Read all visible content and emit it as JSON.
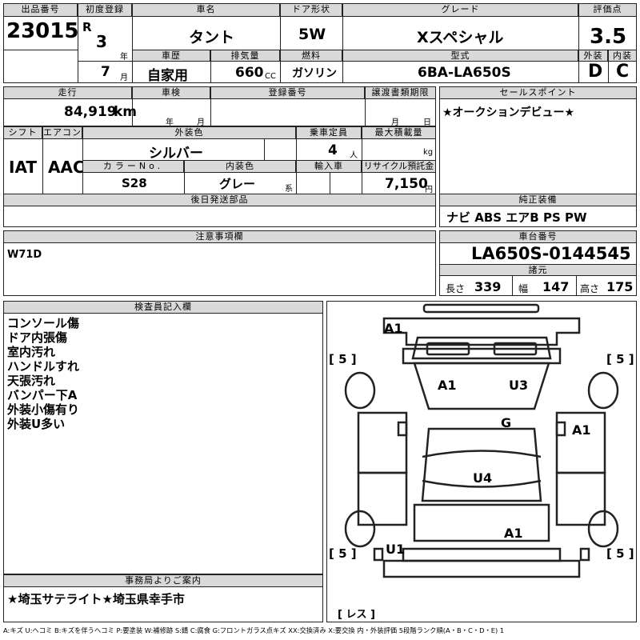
{
  "header": {
    "lot_label": "出品番号",
    "lot": "23015",
    "first_reg_label": "初度登録",
    "era": "R",
    "year_num": "3",
    "year_unit": "年",
    "month_num": "7",
    "month_unit": "月",
    "car_name_label": "車名",
    "car_name": "タント",
    "door_label": "ドア形状",
    "door": "5W",
    "grade_label": "グレード",
    "grade": "Xスペシャル",
    "score_label": "評価点",
    "score": "3.5",
    "history_label": "車歴",
    "history": "自家用",
    "displacement_label": "排気量",
    "displacement": "660",
    "displacement_unit": "CC",
    "fuel_label": "燃料",
    "fuel": "ガソリン",
    "model_label": "型式",
    "model": "6BA-LA650S",
    "exterior_label": "外装",
    "exterior": "D",
    "interior_label": "内装",
    "interior": "C"
  },
  "row2": {
    "mileage_label": "走行",
    "mileage": "84,919",
    "mileage_unit": "km",
    "inspection_label": "車検",
    "inspection_year": "年",
    "inspection_month": "月",
    "reg_no_label": "登録番号",
    "transfer_label": "譲渡書類期限",
    "transfer_month": "月",
    "transfer_day": "日",
    "sales_label": "セールスポイント",
    "sales": "★オークションデビュー★"
  },
  "row3": {
    "shift_label": "シフト",
    "shift": "IAT",
    "ac_label": "エアコン",
    "ac": "AAC",
    "color_label": "外装色",
    "color": "シルバー",
    "capacity_label": "乗車定員",
    "capacity": "4",
    "capacity_unit": "人",
    "load_label": "最大積載量",
    "load_unit": "kg",
    "color_no_label": "カラーNo.",
    "color_no": "S28",
    "int_color_label": "内装色",
    "int_color": "グレー",
    "int_color_suffix": "系",
    "import_label": "輸入車",
    "recycle_label": "リサイクル預託金",
    "recycle": "7,150",
    "recycle_unit": "円"
  },
  "later_parts_label": "後日発送部品",
  "equipment_label": "純正装備",
  "equipment": "ナビ ABS エアB PS PW",
  "caution_label": "注意事項欄",
  "caution": "W71D",
  "chassis_label": "車台番号",
  "chassis": "LA650S-0144545",
  "dims_label": "諸元",
  "dims": {
    "length_label": "長さ",
    "length": "339",
    "width_label": "幅",
    "width": "147",
    "height_label": "高さ",
    "height": "175"
  },
  "inspector_label": "検査員記入欄",
  "inspector_notes": [
    "コンソール傷",
    "ドア内張傷",
    "室内汚れ",
    "ハンドルすれ",
    "天張汚れ",
    "バンパー下A",
    "外装小傷有り",
    "外装U多い"
  ],
  "office_label": "事務局よりご案内",
  "office_note": "★埼玉サテライト★埼玉県幸手市",
  "diagram": {
    "marks": [
      "A1",
      "A1",
      "U3",
      "G",
      "A1",
      "U4",
      "A1",
      "U1"
    ],
    "tires": [
      "[ 5 ]",
      "[ 5 ]",
      "[ 5 ]",
      "[ 5 ]"
    ],
    "spare": "[ レス ]"
  },
  "legend": "A:キズ U:ヘコミ B:キズを伴うヘコミ P:要塗装 W:補修跡 S:錆 C:腐食 G:フロントガラス点キズ XX:交換済み X:要交換 内・外装評価 5段階ランク順(A・B・C・D・E) 1"
}
